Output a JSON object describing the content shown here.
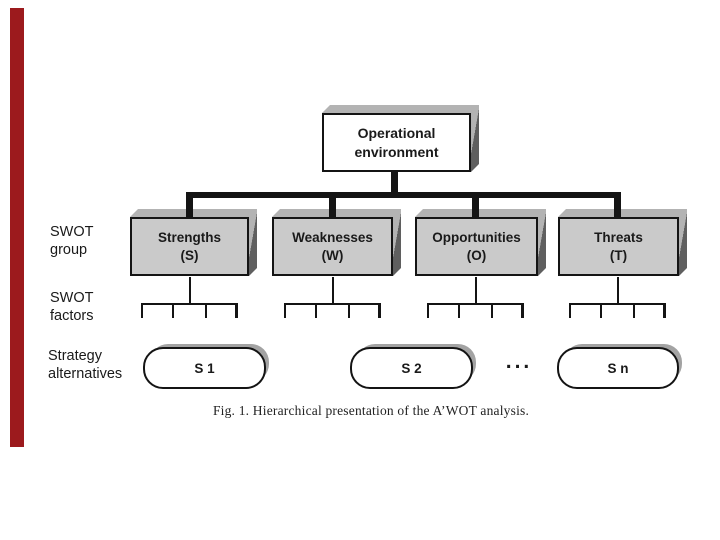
{
  "slide": {
    "type": "presentation-slide",
    "background": "#ffffff"
  },
  "colors": {
    "accent": "#9c1a1d",
    "swot-fill": "#cacaca",
    "line": "#141414",
    "extrude-top": "#b3b3b3",
    "extrude-side": "#5f5f5f",
    "shadow": "#a3a3a3",
    "text": "#1a1a1a"
  },
  "tree": {
    "root_label": "Operational\nenvironment"
  },
  "swot": {
    "boxes": [
      {
        "label": "Strengths\n(S)"
      },
      {
        "label": "Weaknesses\n(W)"
      },
      {
        "label": "Opportunities\n(O)"
      },
      {
        "label": "Threats\n(T)"
      }
    ]
  },
  "strategy": {
    "boxes": [
      {
        "label": "S 1"
      },
      {
        "label": "S 2"
      },
      {
        "label": "S n"
      }
    ],
    "ellipsis": "..."
  },
  "labels": {
    "row_labels": [
      {
        "text": "SWOT\ngroup"
      },
      {
        "text": "SWOT\nfactors"
      },
      {
        "text": "Strategy\nalternatives"
      }
    ]
  },
  "caption": {
    "text": "Fig. 1. Hierarchical presentation of the A’WOT analysis."
  }
}
